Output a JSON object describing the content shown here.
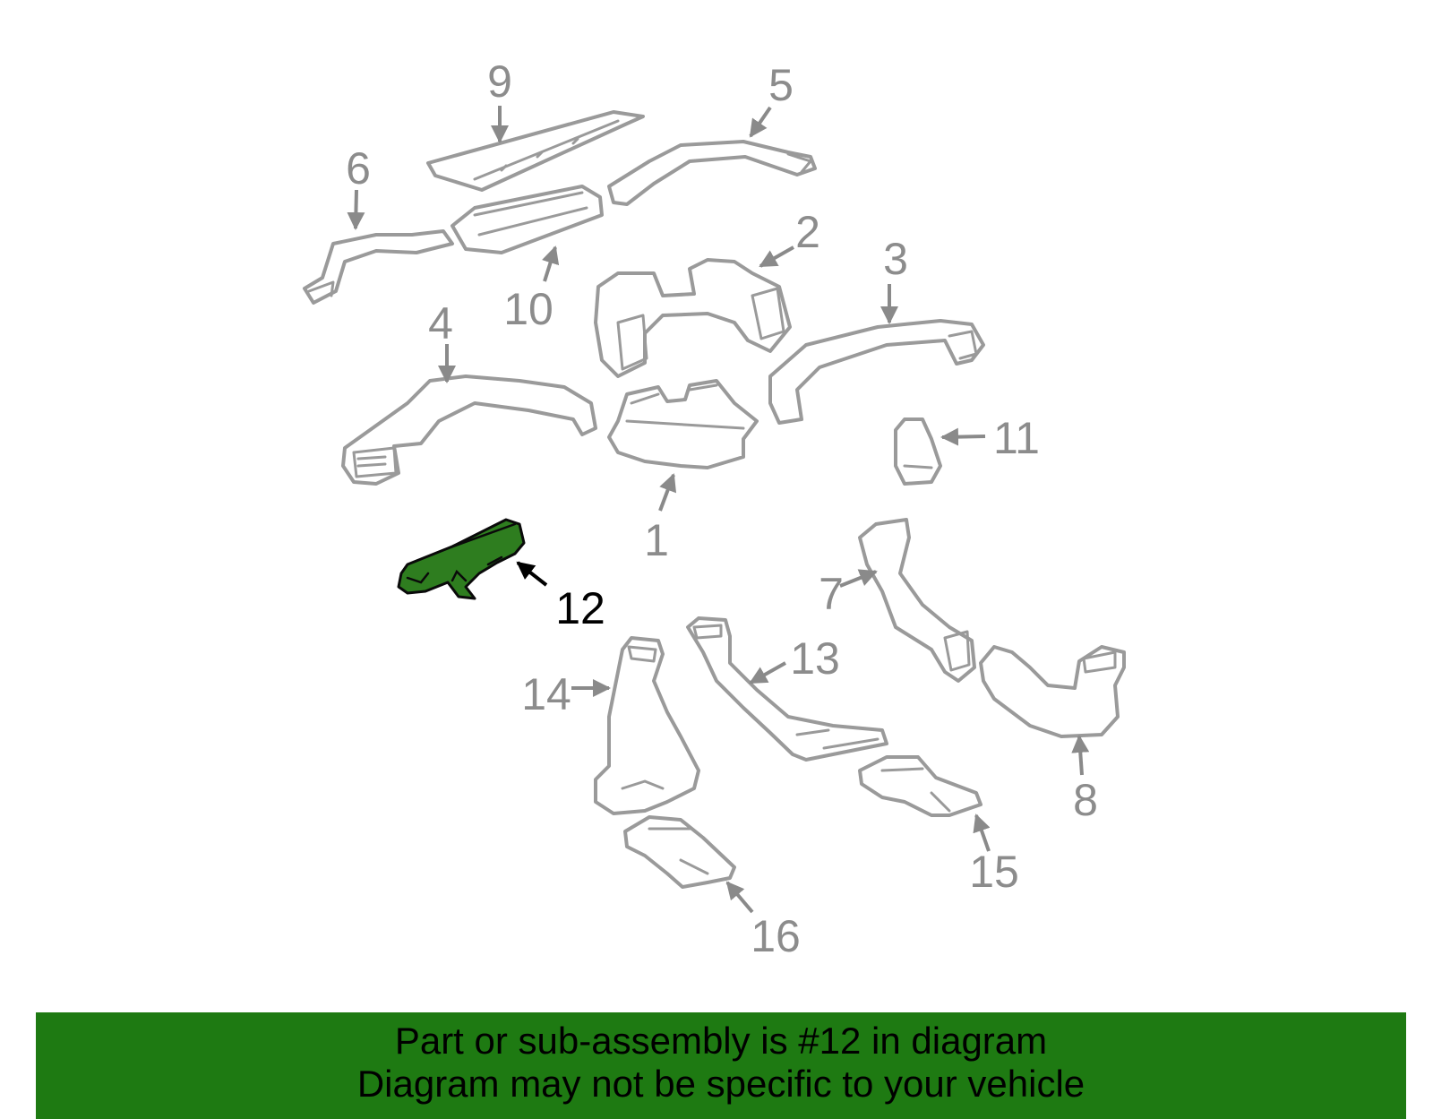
{
  "diagram": {
    "callouts": [
      "1",
      "2",
      "3",
      "4",
      "5",
      "6",
      "7",
      "8",
      "9",
      "10",
      "11",
      "12",
      "13",
      "14",
      "15",
      "16"
    ],
    "highlighted_callout": "12",
    "colors": {
      "highlight": "#2e7d1f",
      "parts": "#9a9a9a",
      "footer": "#1e7a12"
    }
  },
  "footer": {
    "line1": "Part or sub-assembly is #12 in diagram",
    "line2": "Diagram may not be specific to your vehicle"
  }
}
